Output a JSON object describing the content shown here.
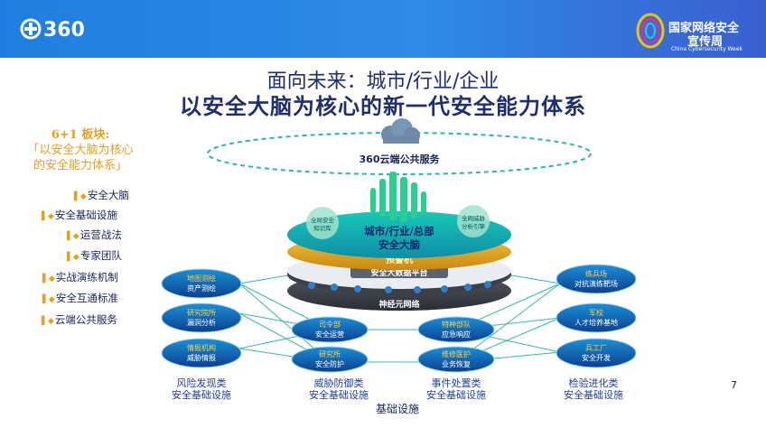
{
  "header": {
    "logo_text": "360",
    "badge_line1": "国家网络安全",
    "badge_line2": "宣传周",
    "badge_line3": "China Cybersecurity Week"
  },
  "title": {
    "line1": "面向未来：城市/行业/企业",
    "line2": "以安全大脑为核心的新一代安全能力体系"
  },
  "sidebar": {
    "heading": [
      "6+1 板块:",
      "「以安全大脑为核心",
      "的安全能力体系」"
    ],
    "items": [
      {
        "marker": "▌◆",
        "label": "安全大脑"
      },
      {
        "marker": "▌◆",
        "label": "安全基础设施"
      },
      {
        "marker": "▌◆",
        "label": "运营战法"
      },
      {
        "marker": "▌◆",
        "label": "专家团队"
      },
      {
        "marker": "▌◆",
        "label": "实战演练机制"
      },
      {
        "marker": "▌◆",
        "label": "安全互通标准"
      },
      {
        "marker": "▌◆",
        "label": "云端公共服务"
      }
    ]
  },
  "diagram": {
    "cloud_label": "360云端公共服务",
    "brain_line1": "城市/行业/总部",
    "brain_line2": "安全大脑",
    "warning": "预警机",
    "bubble_left": [
      "全局安全",
      "知识库"
    ],
    "bubble_right": [
      "全网威胁",
      "分析引擎"
    ],
    "platform": "安全大数据平台",
    "network": "神经元网络",
    "pills": [
      {
        "id": "asset",
        "line1": "地图测绘",
        "line2": "资产测绘"
      },
      {
        "id": "vuln",
        "line1": "研究院所",
        "line2": "漏洞分析"
      },
      {
        "id": "intel",
        "line1": "情报机构",
        "line2": "威胁情报"
      },
      {
        "id": "ops",
        "line1": "司令部",
        "line2": "安全运营"
      },
      {
        "id": "defend",
        "line1": "研究所",
        "line2": "安全防护"
      },
      {
        "id": "resp",
        "line1": "特种部队",
        "line2": "应急响应"
      },
      {
        "id": "recover",
        "line1": "维修医护",
        "line2": "业务恢复"
      },
      {
        "id": "range",
        "line1": "练兵场",
        "line2": "对抗演练靶场"
      },
      {
        "id": "talent",
        "line1": "军校",
        "line2": "人才培养基地"
      },
      {
        "id": "dev",
        "line1": "兵工厂",
        "line2": "安全开发"
      }
    ],
    "categories": [
      {
        "line1": "风险发现类",
        "line2": "安全基础设施"
      },
      {
        "line1": "威胁防御类",
        "line2": "安全基础设施"
      },
      {
        "line1": "事件处置类",
        "line2": "安全基础设施"
      },
      {
        "line1": "检验进化类",
        "line2": "安全基础设施"
      }
    ],
    "footer": "基础设施"
  },
  "page_number": "7"
}
